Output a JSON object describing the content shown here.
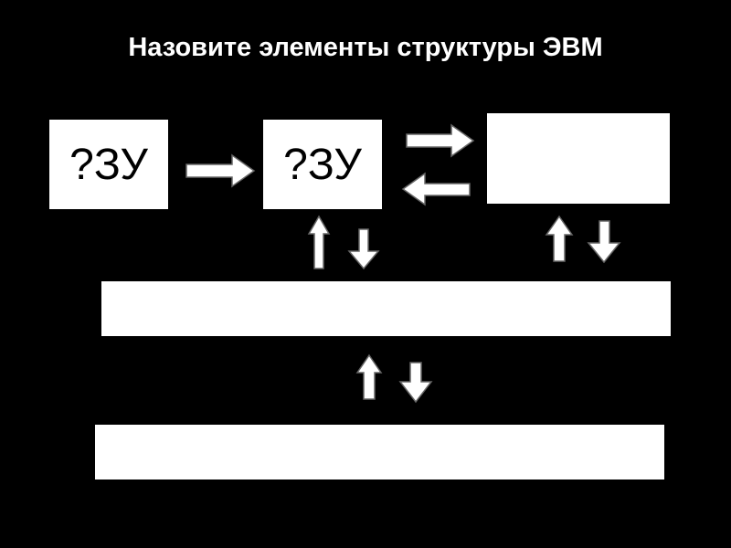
{
  "title": "Назовите элементы структуры ЭВМ",
  "boxes": {
    "external_memory": {
      "label": "?ЗУ"
    },
    "internal_memory": {
      "label": "?ЗУ"
    },
    "top_right": {
      "label": ""
    },
    "middle_bar": {
      "label": ""
    },
    "bottom_bar": {
      "label": ""
    }
  },
  "colors": {
    "background": "#000000",
    "shapes": "#ffffff",
    "arrow_stroke": "#666666",
    "text": "#000000"
  }
}
